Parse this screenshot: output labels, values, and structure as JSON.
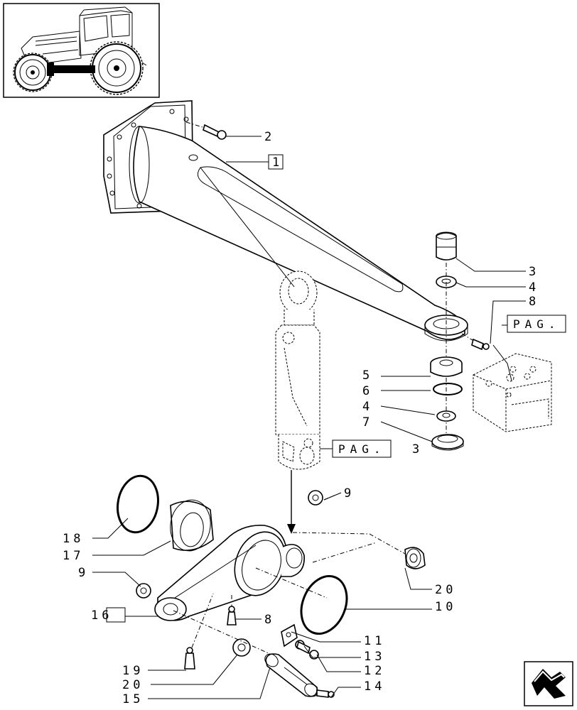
{
  "diagram": {
    "reference_labels": {
      "arm": "1",
      "lever": "16",
      "page_ref_right": "PAG.",
      "page_ref_lower": "PAG.",
      "page_ref_lower_number": "3"
    },
    "callouts": [
      {
        "id": "c2",
        "text": "2"
      },
      {
        "id": "c3",
        "text": "3"
      },
      {
        "id": "c4a",
        "text": "4"
      },
      {
        "id": "c8a",
        "text": "8"
      },
      {
        "id": "c5",
        "text": "5"
      },
      {
        "id": "c6",
        "text": "6"
      },
      {
        "id": "c4b",
        "text": "4"
      },
      {
        "id": "c7",
        "text": "7"
      },
      {
        "id": "c9a",
        "text": "9"
      },
      {
        "id": "c18",
        "text": "18"
      },
      {
        "id": "c17",
        "text": "17"
      },
      {
        "id": "c9b",
        "text": "9"
      },
      {
        "id": "c20a",
        "text": "20"
      },
      {
        "id": "c10",
        "text": "10"
      },
      {
        "id": "c8b",
        "text": "8"
      },
      {
        "id": "c11",
        "text": "11"
      },
      {
        "id": "c13",
        "text": "13"
      },
      {
        "id": "c12",
        "text": "12"
      },
      {
        "id": "c14",
        "text": "14"
      },
      {
        "id": "c19",
        "text": "19"
      },
      {
        "id": "c20b",
        "text": "20"
      },
      {
        "id": "c15",
        "text": "15"
      }
    ],
    "icons": {
      "thumbnail": "tractor-thumbnail-icon",
      "navigation": "return-arrow-icon"
    }
  }
}
